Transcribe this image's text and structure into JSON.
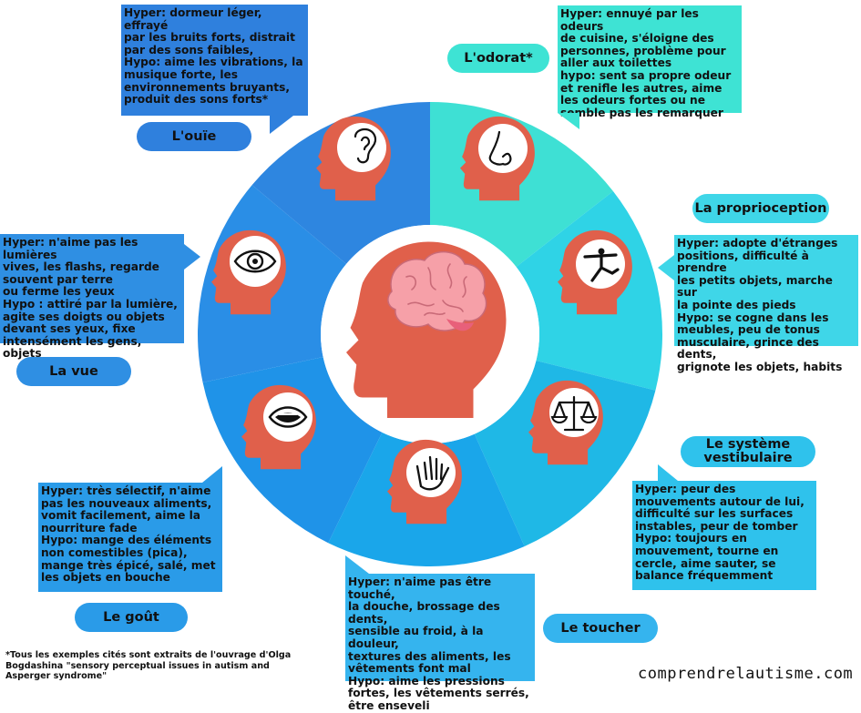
{
  "senses": {
    "ouie": {
      "label": "L'ouïe",
      "text": "Hyper: dormeur léger, effrayé\npar les bruits forts, distrait\npar des sons faibles,\nHypo: aime les vibrations, la\nmusique forte, les\nenvironnements bruyants,\nproduit des sons forts*"
    },
    "odorat": {
      "label": "L'odorat*",
      "text": "Hyper: ennuyé par les odeurs\nde cuisine, s'éloigne des\npersonnes, problème pour\naller aux toilettes\nhypo: sent sa propre odeur\net renifle les autres, aime\nles odeurs fortes ou ne\nsemble pas les remarquer"
    },
    "proprioception": {
      "label": "La proprioception",
      "text": "Hyper: adopte d'étranges\npositions, difficulté à prendre\nles petits objets, marche sur\nla pointe des pieds\nHypo: se cogne dans les\nmeubles, peu de tonus\nmusculaire, grince des dents,\ngrignote les objets, habits"
    },
    "vue": {
      "label": "La vue",
      "text": "Hyper: n'aime pas les lumières\nvives, les flashs, regarde\nsouvent par terre\n ou ferme les yeux\nHypo : attiré par la lumière,\nagite ses doigts ou objets\ndevant ses yeux, fixe\nintensément les gens, objets"
    },
    "vestibulaire": {
      "label": "Le système\nvestibulaire",
      "text": "Hyper: peur des\nmouvements autour de lui,\ndifficulté sur les surfaces\ninstables, peur de tomber\nHypo: toujours en\nmouvement, tourne en\ncercle, aime sauter, se\nbalance fréquemment"
    },
    "gout": {
      "label": "Le goût",
      "text": "Hyper: très sélectif, n'aime\npas les nouveaux aliments,\nvomit facilement, aime la\nnourriture fade\nHypo: mange des éléments\nnon comestibles (pica),\nmange très épicé, salé, met\nles objets en bouche"
    },
    "toucher": {
      "label": "Le toucher",
      "text": "Hyper: n'aime pas être touché,\nla douche, brossage des dents,\nsensible au froid, à la douleur,\ntextures des aliments, les\nvêtements font mal\nHypo: aime les pressions\nfortes, les vêtements serrés,\nêtre enseveli"
    }
  },
  "footnote": "*Tous les exemples cités sont extraits de l'ouvrage d'Olga Bogdashina \"sensory perceptual issues in autism and Asperger syndrome\"",
  "site": "comprendrelautisme.com",
  "colors": {
    "head": "#e0604b",
    "ring_ouie": "#2e86e0",
    "ring_odorat": "#3ee0d4",
    "ring_proprio": "#2fd3e6",
    "ring_vestibulaire": "#1fb8e6",
    "ring_toucher": "#1aa6ea",
    "ring_gout": "#1f93e8",
    "ring_vue": "#2a8ee6",
    "box_ouie": "#2f80dd",
    "box_odorat": "#3ee3d4",
    "box_proprio": "#3fd6e8",
    "box_vue": "#2f8fe3",
    "box_vestibulaire": "#2fc2ec",
    "box_gout": "#2a9be8",
    "box_toucher": "#35b4ee",
    "brain": "#f6a0a8"
  },
  "icons": [
    "ear-icon",
    "nose-icon",
    "person-balance-icon",
    "eye-icon",
    "scales-icon",
    "mouth-icon",
    "hand-icon",
    "brain-icon"
  ]
}
